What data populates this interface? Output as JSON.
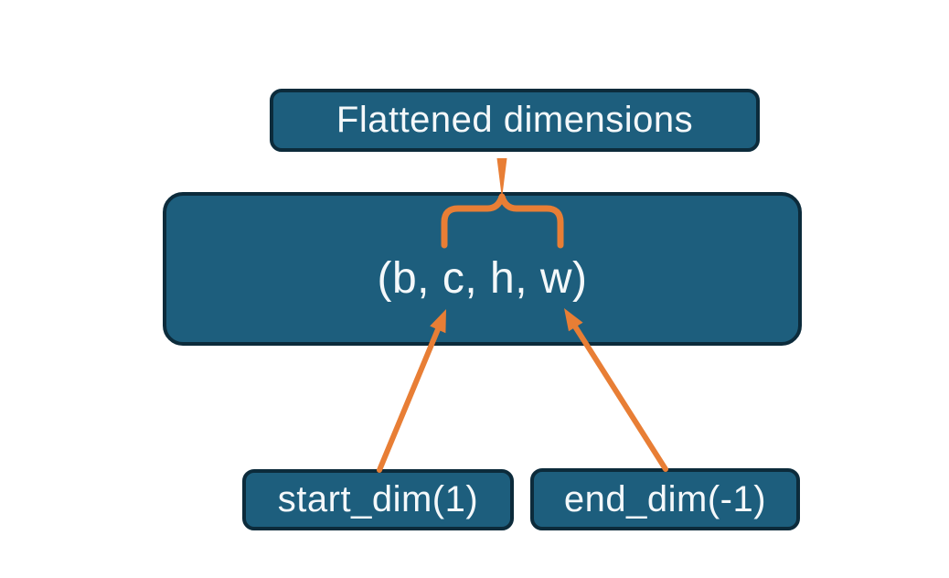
{
  "diagram": {
    "colors": {
      "bg": "#ffffff",
      "box_fill": "#1d5e7d",
      "box_border": "#0c2b3b",
      "accent_orange": "#e87e35",
      "text_color": "#f4f8fa"
    },
    "top_box": {
      "label": "Flattened dimensions"
    },
    "main_box": {
      "label": "(b, c, h, w)"
    },
    "bottom_left_box": {
      "label": "start_dim(1)"
    },
    "bottom_right_box": {
      "label": "end_dim(-1)"
    },
    "connectors": {
      "brace_icon": "flatten-range-overbrace",
      "stem_icon": "brace-pointer-stem",
      "arrow_icons": [
        "start-dim-arrow",
        "end-dim-arrow"
      ]
    }
  }
}
